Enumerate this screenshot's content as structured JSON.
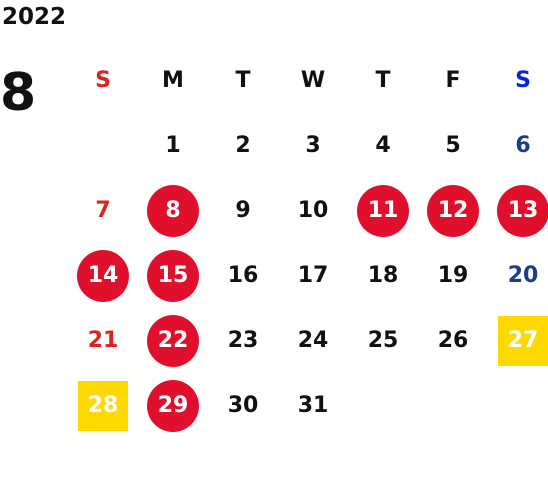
{
  "calendar": {
    "year": "2022",
    "month": "8",
    "colors": {
      "sunday": "#e0221c",
      "saturday": "#1a3e8c",
      "saturday_header": "#0a23d8",
      "default": "#111111",
      "circle": "#e0102c",
      "square": "#ffd800"
    },
    "weekdays": [
      "S",
      "M",
      "T",
      "W",
      "T",
      "F",
      "S"
    ],
    "weeks": [
      [
        null,
        "1",
        "2",
        "3",
        "4",
        "5",
        "6"
      ],
      [
        "7",
        "8",
        "9",
        "10",
        "11",
        "12",
        "13"
      ],
      [
        "14",
        "15",
        "16",
        "17",
        "18",
        "19",
        "20"
      ],
      [
        "21",
        "22",
        "23",
        "24",
        "25",
        "26",
        "27"
      ],
      [
        "28",
        "29",
        "30",
        "31",
        null,
        null,
        null
      ]
    ],
    "highlighted_circle": [
      "8",
      "11",
      "12",
      "13",
      "14",
      "15",
      "22",
      "29"
    ],
    "highlighted_square": [
      "27",
      "28"
    ]
  }
}
